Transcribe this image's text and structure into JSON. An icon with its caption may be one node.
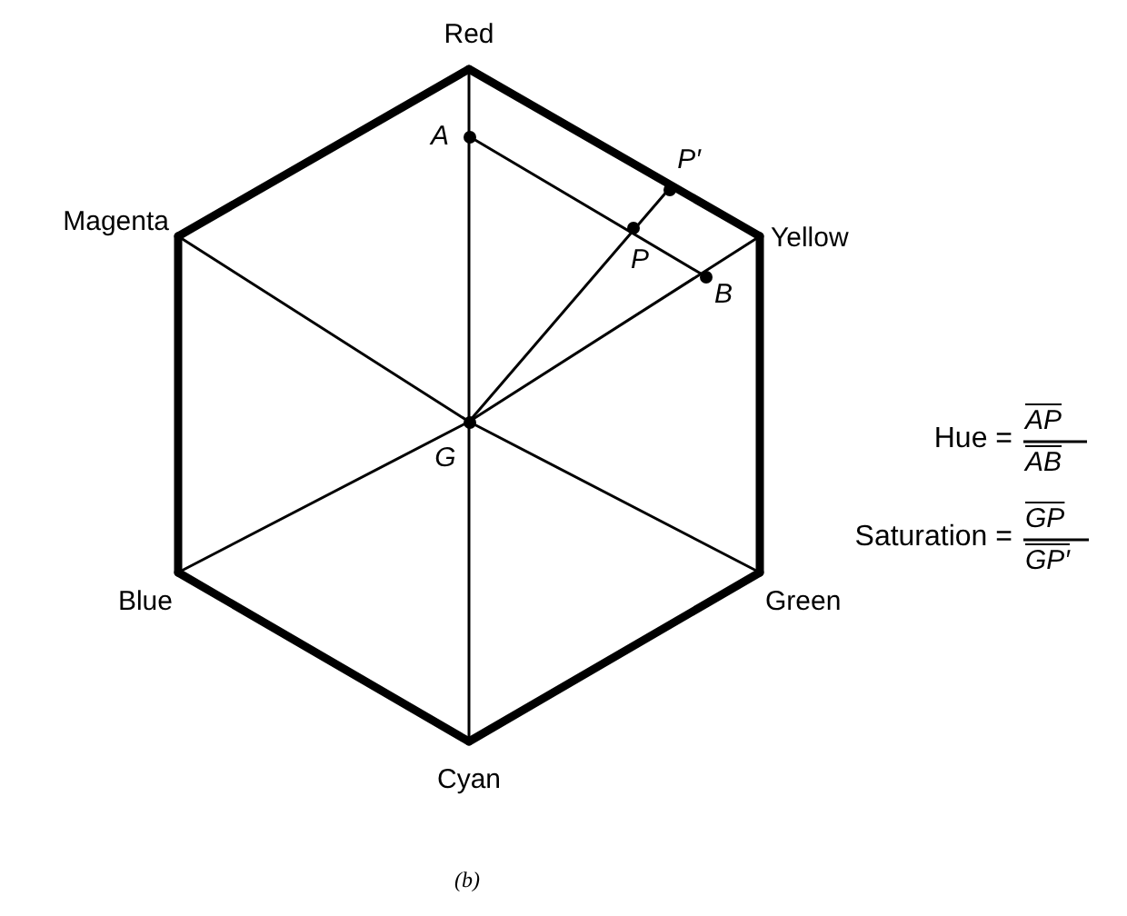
{
  "diagram": {
    "caption": "(b)",
    "nodes": [
      {
        "text": [
          "Red"
        ]
      },
      {
        "text": [
          "Yellow"
        ]
      },
      {
        "text": [
          "Green"
        ]
      },
      {
        "text": [
          "Cyan"
        ]
      },
      {
        "text": [
          "Blue"
        ]
      },
      {
        "text": [
          "Magenta"
        ]
      },
      {
        "text": [
          "G"
        ]
      },
      {
        "text": [
          "A"
        ]
      },
      {
        "text": [
          "P"
        ]
      },
      {
        "text": [
          "P′"
        ]
      },
      {
        "text": [
          "B"
        ]
      }
    ],
    "edges": [
      {
        "from": 0,
        "to": 1,
        "arrow": "none",
        "style": "thick"
      },
      {
        "from": 1,
        "to": 2,
        "arrow": "none",
        "style": "thick"
      },
      {
        "from": 2,
        "to": 3,
        "arrow": "none",
        "style": "thick"
      },
      {
        "from": 3,
        "to": 4,
        "arrow": "none",
        "style": "thick"
      },
      {
        "from": 4,
        "to": 5,
        "arrow": "none",
        "style": "thick"
      },
      {
        "from": 5,
        "to": 0,
        "arrow": "none",
        "style": "thick"
      },
      {
        "from": 6,
        "to": 0,
        "arrow": "none"
      },
      {
        "from": 6,
        "to": 1,
        "arrow": "none"
      },
      {
        "from": 6,
        "to": 2,
        "arrow": "none"
      },
      {
        "from": 6,
        "to": 3,
        "arrow": "none"
      },
      {
        "from": 6,
        "to": 4,
        "arrow": "none"
      },
      {
        "from": 6,
        "to": 5,
        "arrow": "none"
      },
      {
        "from": 7,
        "to": 10,
        "arrow": "none"
      },
      {
        "from": 6,
        "to": 9,
        "arrow": "none"
      }
    ],
    "labels": [
      "Hue =",
      "AP",
      "AB",
      "Saturation =",
      "GP",
      "GP′"
    ]
  }
}
